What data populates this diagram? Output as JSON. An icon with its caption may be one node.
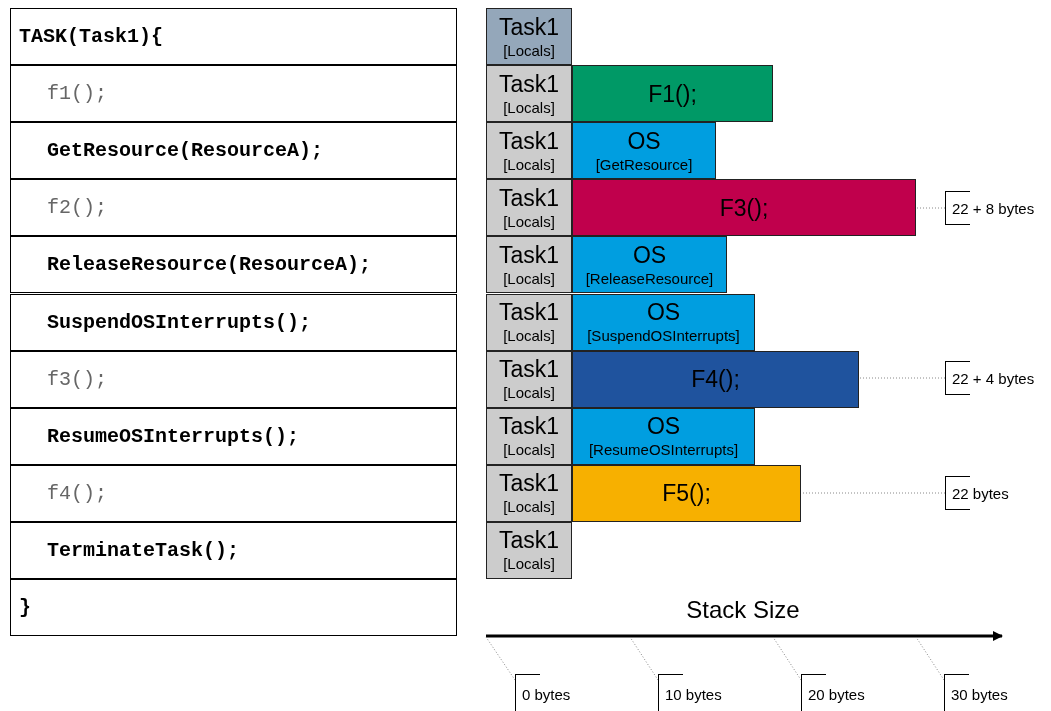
{
  "diagram": {
    "nodes": [
      {
        "text": [
          "TASK(Task1){"
        ]
      },
      {
        "text": [
          "f1();"
        ]
      },
      {
        "text": [
          "GetResource(ResourceA);"
        ]
      },
      {
        "text": [
          "f2();"
        ]
      },
      {
        "text": [
          "ReleaseResource(ResourceA);"
        ]
      },
      {
        "text": [
          "SuspendOSInterrupts();"
        ]
      },
      {
        "text": [
          "f3();"
        ]
      },
      {
        "text": [
          "ResumeOSInterrupts();"
        ]
      },
      {
        "text": [
          "f4();"
        ]
      },
      {
        "text": [
          "TerminateTask();"
        ]
      },
      {
        "text": [
          "}"
        ]
      },
      {
        "text": [
          "Task1",
          "[Locals]"
        ]
      },
      {
        "text": [
          "Task1",
          "[Locals]"
        ]
      },
      {
        "text": [
          "F1();"
        ]
      },
      {
        "text": [
          "Task1",
          "[Locals]"
        ]
      },
      {
        "text": [
          "OS",
          "[GetResource]"
        ]
      },
      {
        "text": [
          "Task1",
          "[Locals]"
        ]
      },
      {
        "text": [
          "F3();"
        ]
      },
      {
        "text": [
          "Task1",
          "[Locals]"
        ]
      },
      {
        "text": [
          "OS",
          "[ReleaseResource]"
        ]
      },
      {
        "text": [
          "Task1",
          "[Locals]"
        ]
      },
      {
        "text": [
          "OS",
          "[SuspendOSInterrupts]"
        ]
      },
      {
        "text": [
          "Task1",
          "[Locals]"
        ]
      },
      {
        "text": [
          "F4();"
        ]
      },
      {
        "text": [
          "Task1",
          "[Locals]"
        ]
      },
      {
        "text": [
          "OS",
          "[ResumeOSInterrupts]"
        ]
      },
      {
        "text": [
          "Task1",
          "[Locals]"
        ]
      },
      {
        "text": [
          "F5();"
        ]
      },
      {
        "text": [
          "Task1",
          "[Locals]"
        ]
      },
      {
        "text": [
          "22 + 8 bytes"
        ]
      },
      {
        "text": [
          "22 + 4 bytes"
        ]
      },
      {
        "text": [
          "22 bytes"
        ]
      },
      {
        "text": [
          "0 bytes"
        ]
      },
      {
        "text": [
          "10 bytes"
        ]
      },
      {
        "text": [
          "20 bytes"
        ]
      },
      {
        "text": [
          "30 bytes"
        ]
      }
    ],
    "edges": [
      {
        "from": 29,
        "to": 17,
        "arrow": "none"
      },
      {
        "from": 30,
        "to": 23,
        "arrow": "none"
      },
      {
        "from": 31,
        "to": 27,
        "arrow": "none"
      },
      {
        "from": 32,
        "to": null,
        "arrow": "none"
      },
      {
        "from": 33,
        "to": null,
        "arrow": "none"
      },
      {
        "from": 34,
        "to": null,
        "arrow": "none"
      },
      {
        "from": 35,
        "to": null,
        "arrow": "none"
      }
    ],
    "labels": [
      "Stack Size"
    ]
  }
}
